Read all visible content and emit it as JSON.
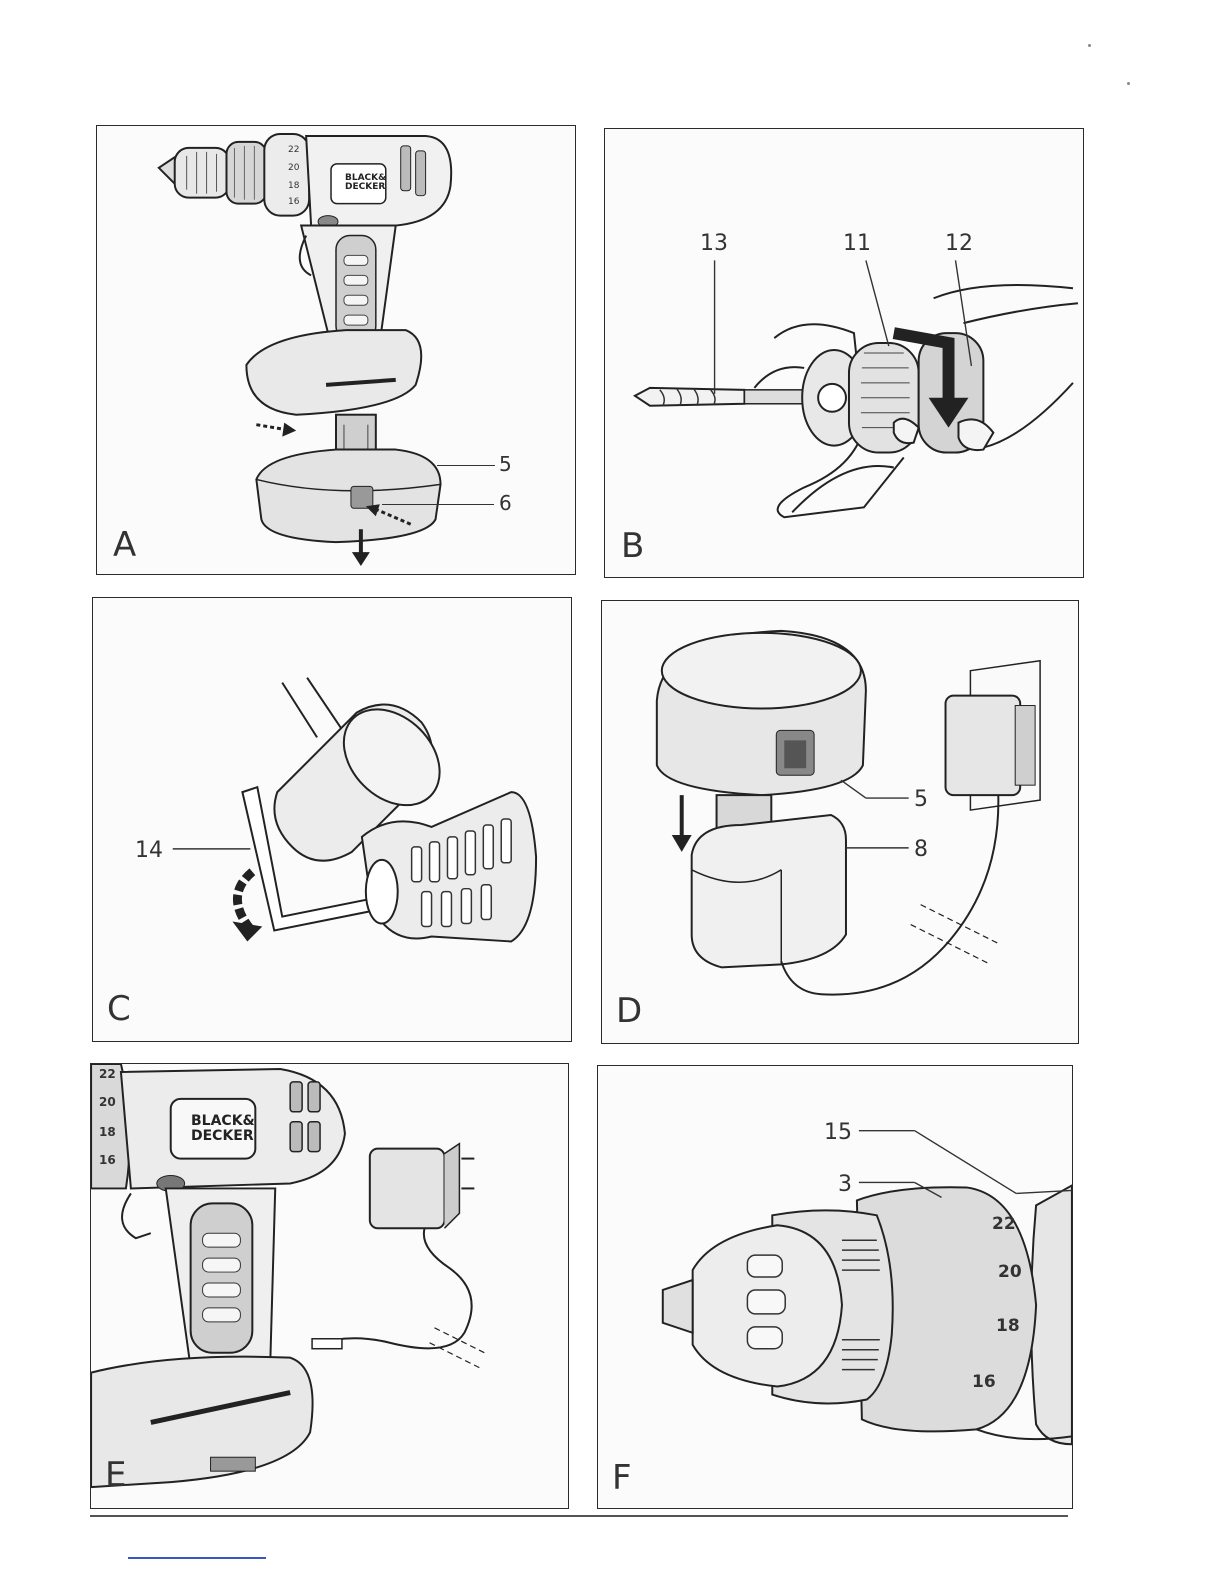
{
  "panels": {
    "a": {
      "letter": "A",
      "brand_line1": "BLACK&",
      "brand_line2": "DECKER",
      "dial_numbers": [
        "22",
        "20",
        "18",
        "16"
      ],
      "callouts": [
        "5",
        "6"
      ]
    },
    "b": {
      "letter": "B",
      "callouts": [
        "13",
        "11",
        "12"
      ]
    },
    "c": {
      "letter": "C",
      "callouts": [
        "14"
      ]
    },
    "d": {
      "letter": "D",
      "callouts": [
        "5",
        "8"
      ]
    },
    "e": {
      "letter": "E",
      "brand_line1": "BLACK&",
      "brand_line2": "DECKER",
      "dial_numbers": [
        "22",
        "20",
        "18",
        "16"
      ]
    },
    "f": {
      "letter": "F",
      "callouts": [
        "15",
        "3"
      ],
      "dial_numbers": [
        "22",
        "20",
        "18",
        "16"
      ]
    }
  },
  "colors": {
    "line": "#2b2b2b",
    "shade": "#c9c9c9",
    "light": "#e6e6e6",
    "accent_rule": "#3a55c8"
  }
}
